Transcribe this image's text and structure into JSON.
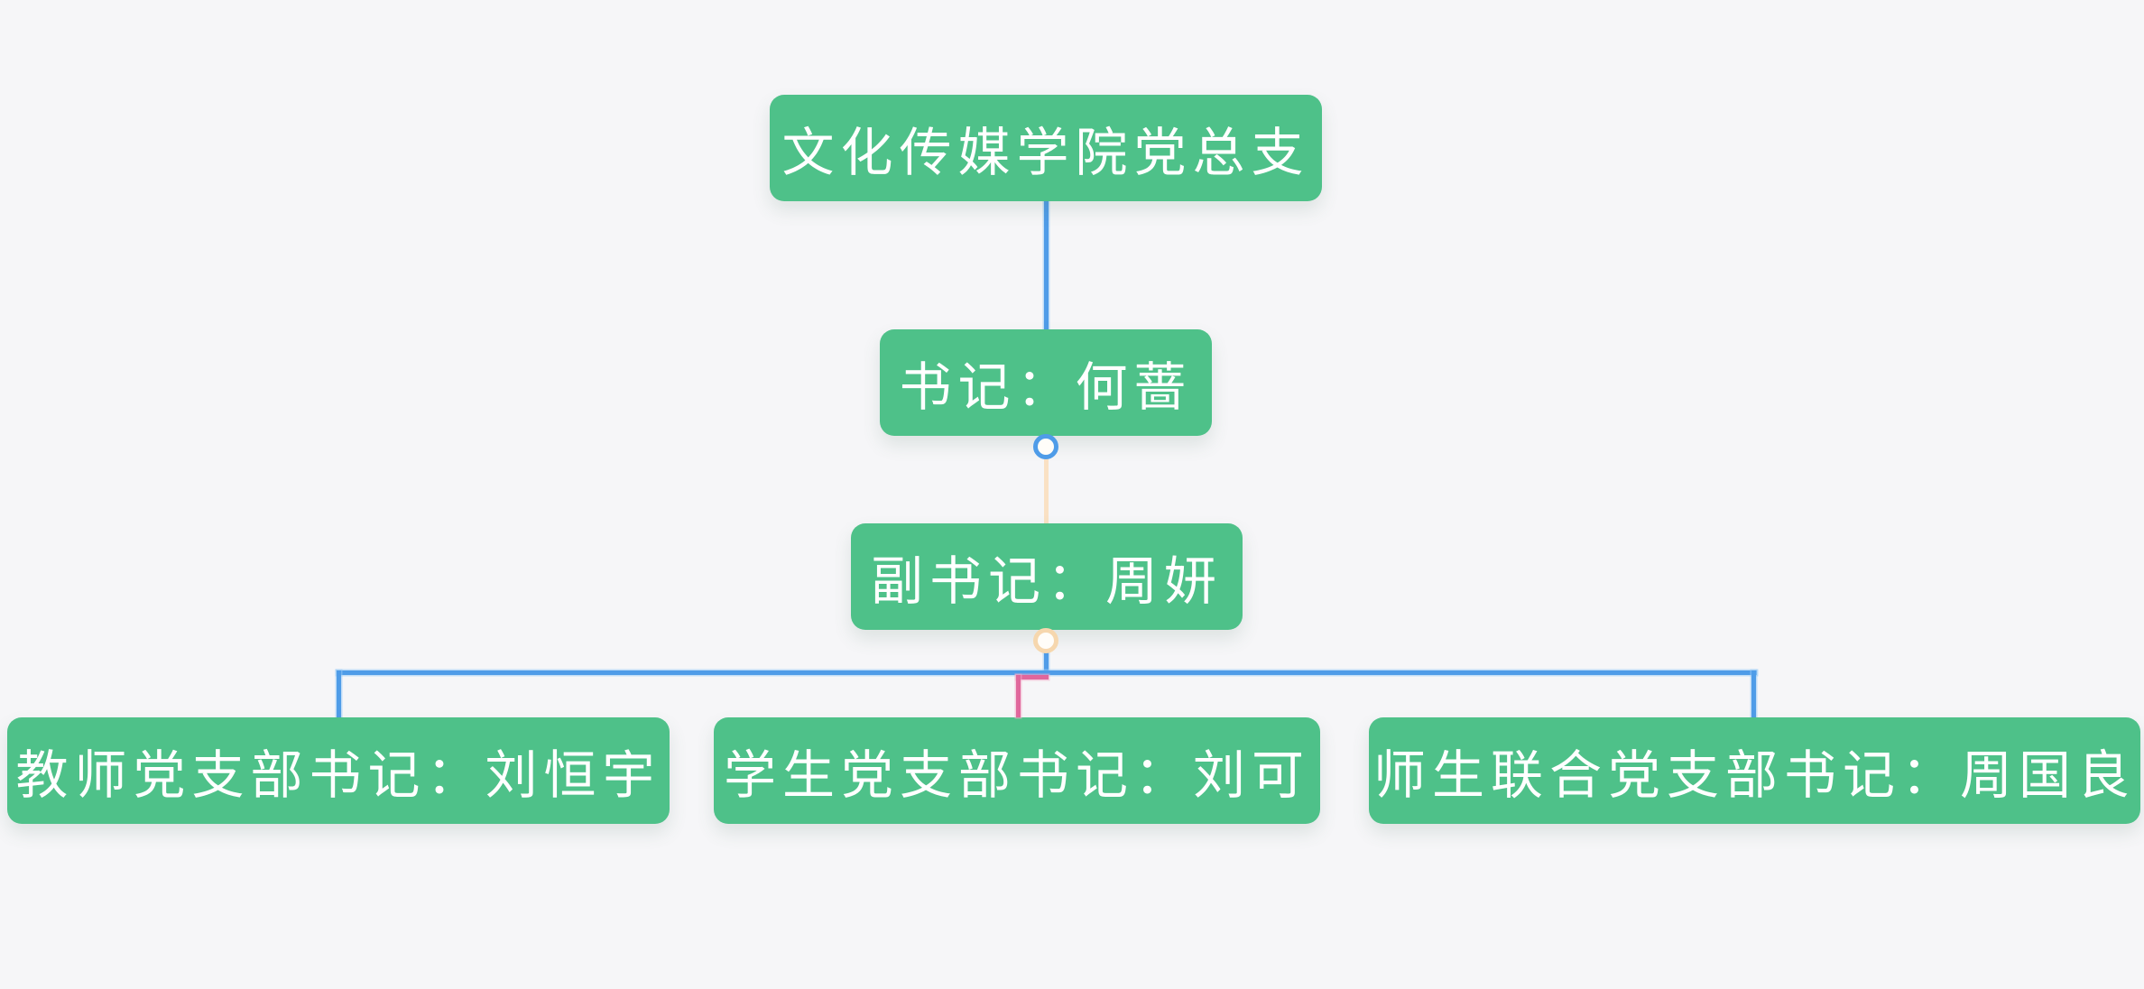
{
  "canvas": {
    "background": "#f6f6f8"
  },
  "palette": {
    "node_fill": "#4ec189",
    "node_text": "#ffffff",
    "edge_blue": "#4f9ce8",
    "edge_peach": "#fae1c4",
    "edge_pink": "#e0679c",
    "handle_blue_border": "#4f9ce8",
    "handle_peach_border": "#f6d7ae",
    "handle_fill": "#fffdf9"
  },
  "org_chart": {
    "root": {
      "label": "文化传媒学院党总支"
    },
    "secretary": {
      "label": "书记：何蔷"
    },
    "deputy_secretary": {
      "label": "副书记：周妍"
    },
    "branches": [
      {
        "label": "教师党支部书记：刘恒宇"
      },
      {
        "label": "学生党支部书记：刘可"
      },
      {
        "label": "师生联合党支部书记：周国良"
      }
    ]
  }
}
